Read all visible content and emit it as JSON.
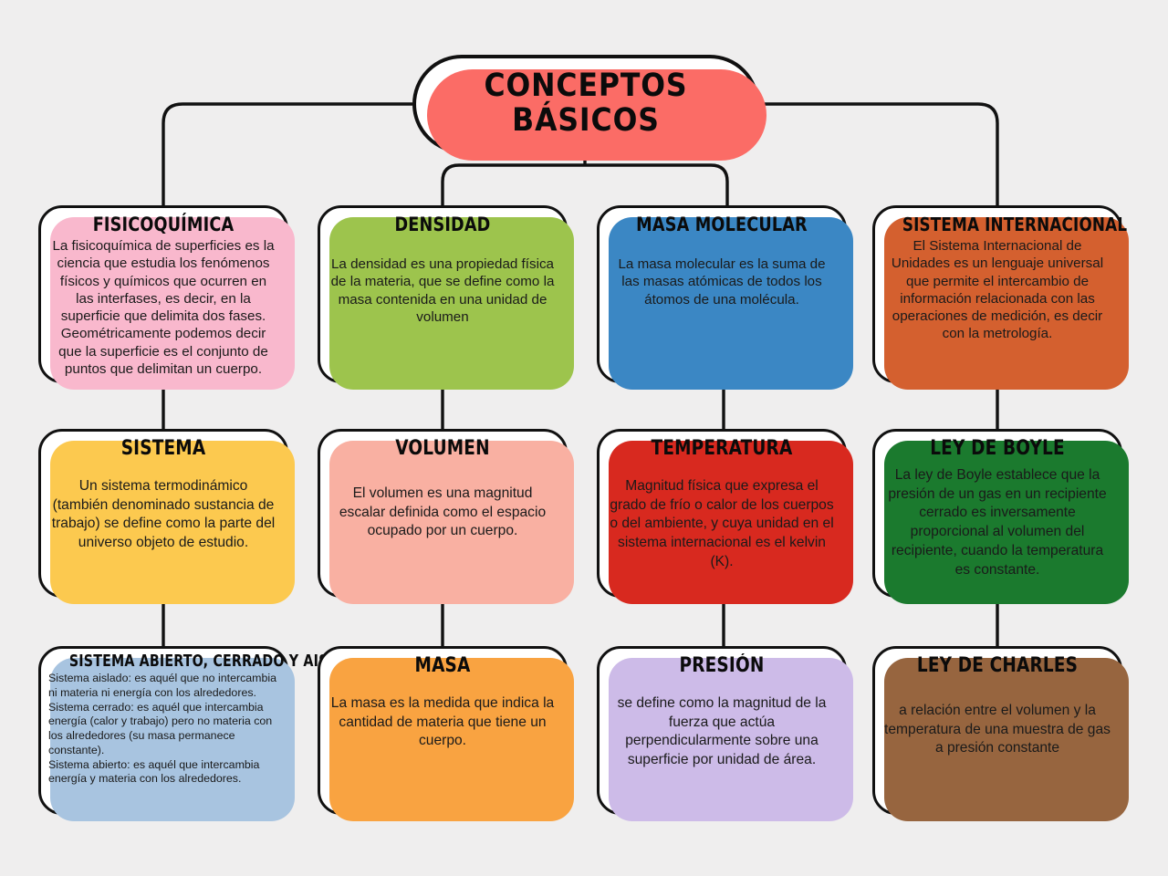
{
  "page": {
    "background_color": "#efeeee",
    "diagram_type": "concept-map",
    "title_lines": [
      "CONCEPTOS",
      "BÁSICOS"
    ]
  },
  "root": {
    "label": "CONCEPTOS\nBÁSICOS",
    "shadow_color": "#fb6c66"
  },
  "rows": [
    {
      "row": 1,
      "cards": [
        {
          "id": "fisicoquimica",
          "title": "FISICOQUÍMICA",
          "body": "La fisicoquímica de superficies es la ciencia que estudia los fenómenos físicos y químicos que ocurren en las interfases, es decir, en la superficie que delimita dos fases. Geométricamente podemos decir que la superficie es el conjunto de puntos que delimitan un cuerpo.",
          "shadow_color": "#f9b8cd"
        },
        {
          "id": "densidad",
          "title": "DENSIDAD",
          "body": "La densidad es una propiedad física de la materia, que se define como la masa contenida en una unidad de volumen",
          "shadow_color": "#9dc martinez"
        },
        {
          "id": "masa-molecular",
          "title": "MASA MOLECULAR",
          "body": "La masa molecular es la suma de las masas atómicas de todos los átomos de una molécula.",
          "shadow_color": "#3b87c4"
        },
        {
          "id": "sistema-internacional",
          "title": "SISTEMA INTERNACIONAL",
          "body": "El Sistema Internacional de Unidades es un lenguaje universal que permite el intercambio de información relacionada con las operaciones de medición, es decir con la metrología.",
          "shadow_color": "#d4602f"
        }
      ]
    },
    {
      "row": 2,
      "cards": [
        {
          "id": "sistema",
          "title": "SISTEMA",
          "body": "Un sistema termodinámico (también denominado sustancia de trabajo) se define como la parte del universo objeto de estudio.",
          "shadow_color": "#fcc94f"
        },
        {
          "id": "volumen",
          "title": "VOLUMEN",
          "body": "El volumen es una magnitud escalar definida como el espacio ocupado por un cuerpo.",
          "shadow_color": "#f9b0a2"
        },
        {
          "id": "temperatura",
          "title": "TEMPERATURA",
          "body": "Magnitud física que expresa el grado de frío o calor de los cuerpos o del ambiente, y cuya unidad en el sistema internacional es el kelvin (K).",
          "shadow_color": "#d8291f"
        },
        {
          "id": "ley-de-boyle",
          "title": "LEY DE BOYLE",
          "body": "La ley de Boyle establece que la presión de un gas en un recipiente cerrado es inversamente proporcional al volumen del recipiente, cuando la temperatura es constante.",
          "shadow_color": "#1b7a2e"
        }
      ]
    },
    {
      "row": 3,
      "cards": [
        {
          "id": "sistemas",
          "title": "SISTEMA ABIERTO, CERRADO Y AISLADO",
          "body": "Sistema aislado: es aquél que no intercambia ni materia ni energía con los alrededores.\nSistema cerrado: es aquél que intercambia energía (calor y trabajo) pero no materia con los alrededores (su masa permanece constante).\nSistema abierto: es aquél que intercambia energía y materia con los alrededores.",
          "shadow_color": "#a8c4e0"
        },
        {
          "id": "masa",
          "title": "MASA",
          "body": "La masa es la medida que indica la cantidad de materia que tiene un cuerpo.",
          "shadow_color": "#f9a341"
        },
        {
          "id": "presion",
          "title": "PRESIÓN",
          "body": "se define como la magnitud de la fuerza que actúa perpendicularmente sobre una superficie por unidad de área.",
          "shadow_color": "#cdbbe8"
        },
        {
          "id": "ley-de-charles",
          "title": "LEY DE CHARLES",
          "body": "a relación entre el volumen y la temperatura de una muestra de gas a presión constante",
          "shadow_color": "#97653f"
        }
      ]
    }
  ],
  "colors": {
    "stroke": "#111111",
    "card_fill": "#ffffff",
    "densidad_shadow": "#9dc44d"
  }
}
